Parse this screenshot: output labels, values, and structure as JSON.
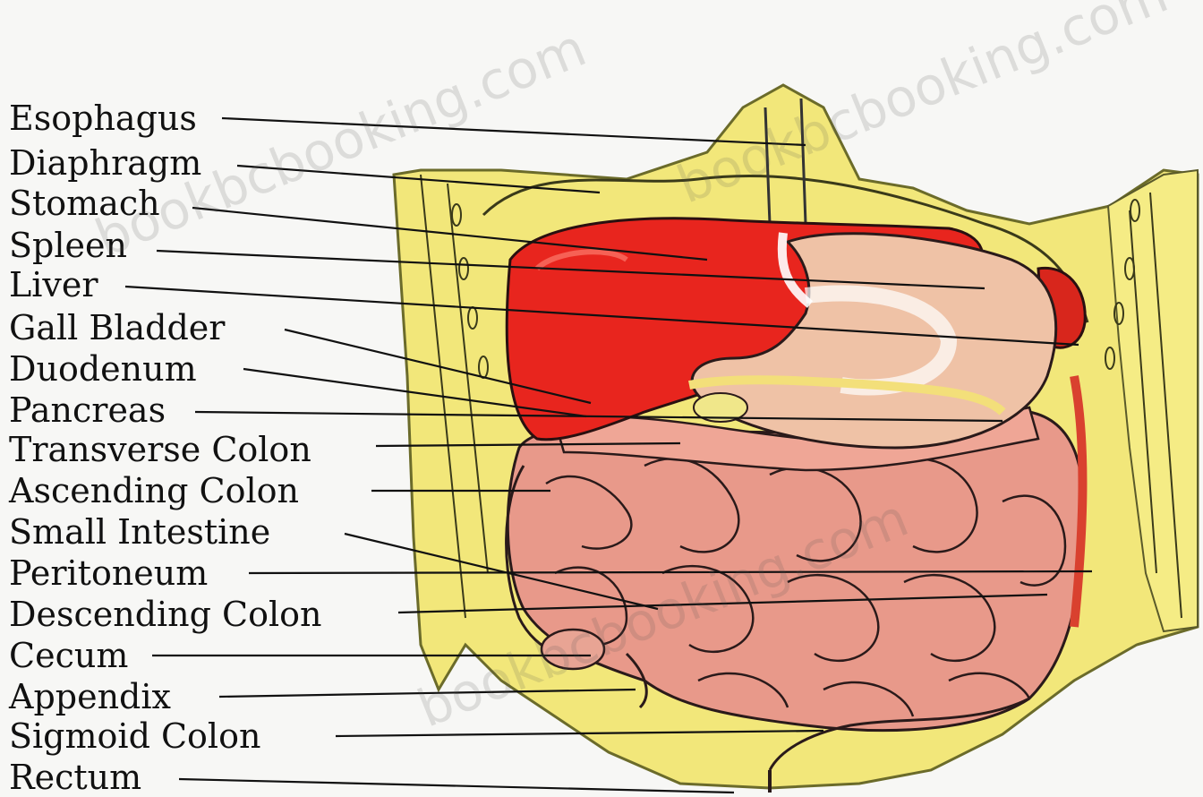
{
  "labels": [
    "Esophagus",
    "Diaphragm",
    "Stomach",
    "Spleen",
    "Liver",
    "Gall Bladder",
    "Duodenum",
    "Pancreas",
    "Transverse Colon",
    "Ascending Colon",
    "Small Intestine",
    "Peritoneum",
    "Descending Colon",
    "Cecum",
    "Appendix",
    "Sigmoid Colon",
    "Rectum"
  ],
  "watermark": "bookbcbooking.com",
  "colors": {
    "background": "#f7f7f5",
    "body_wall": "#f2e77a",
    "liver": "#e8251e",
    "stomach": "#efc2a6",
    "intestine": "#e8998a",
    "outline": "#222222"
  }
}
